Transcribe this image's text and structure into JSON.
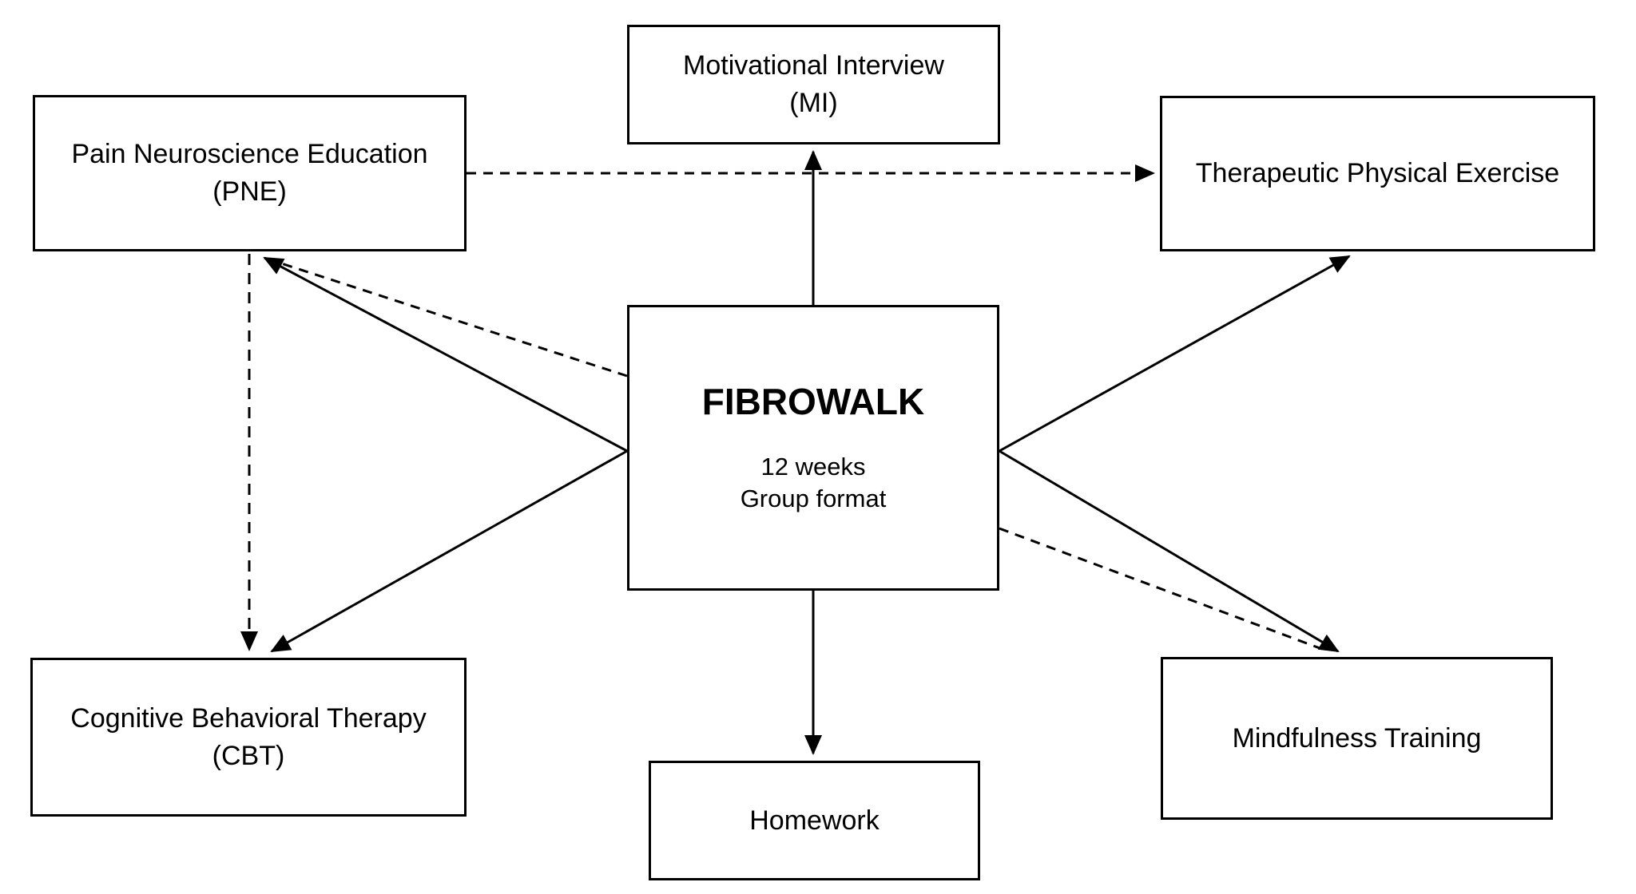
{
  "diagram": {
    "nodes": {
      "pne": {
        "title": "Pain Neuroscience Education",
        "subtitle": "(PNE)"
      },
      "mi": {
        "title": "Motivational Interview",
        "subtitle": "(MI)"
      },
      "tpe": {
        "title": "Therapeutic Physical Exercise"
      },
      "fibrowalk": {
        "title": "FIBROWALK",
        "line1": "12 weeks",
        "line2": "Group format"
      },
      "cbt": {
        "title": "Cognitive Behavioral Therapy",
        "subtitle": "(CBT)"
      },
      "mindfulness": {
        "title": "Mindfulness Training"
      },
      "homework": {
        "title": "Homework"
      }
    },
    "edges": [
      {
        "from": "fibrowalk",
        "to": "motivational-interview",
        "style": "solid",
        "arrow": "to"
      },
      {
        "from": "pne",
        "to": "therapeutic-physical-exercise",
        "style": "dashed",
        "arrow": "to"
      },
      {
        "from": "fibrowalk",
        "to": "pne",
        "style": "solid",
        "arrow": "to"
      },
      {
        "from": "fibrowalk",
        "to": "pne",
        "style": "dashed",
        "arrow": "to"
      },
      {
        "from": "fibrowalk",
        "to": "cbt",
        "style": "solid",
        "arrow": "to"
      },
      {
        "from": "pne",
        "to": "cbt",
        "style": "dashed",
        "arrow": "to"
      },
      {
        "from": "fibrowalk",
        "to": "therapeutic-physical-exercise",
        "style": "solid",
        "arrow": "to"
      },
      {
        "from": "fibrowalk",
        "to": "mindfulness-training",
        "style": "solid",
        "arrow": "to"
      },
      {
        "from": "fibrowalk",
        "to": "mindfulness-training",
        "style": "dashed",
        "arrow": "to"
      },
      {
        "from": "fibrowalk",
        "to": "homework",
        "style": "solid",
        "arrow": "to"
      }
    ],
    "colors": {
      "line": "#000000",
      "border": "#000000",
      "text": "#000000",
      "background": "#ffffff"
    }
  }
}
